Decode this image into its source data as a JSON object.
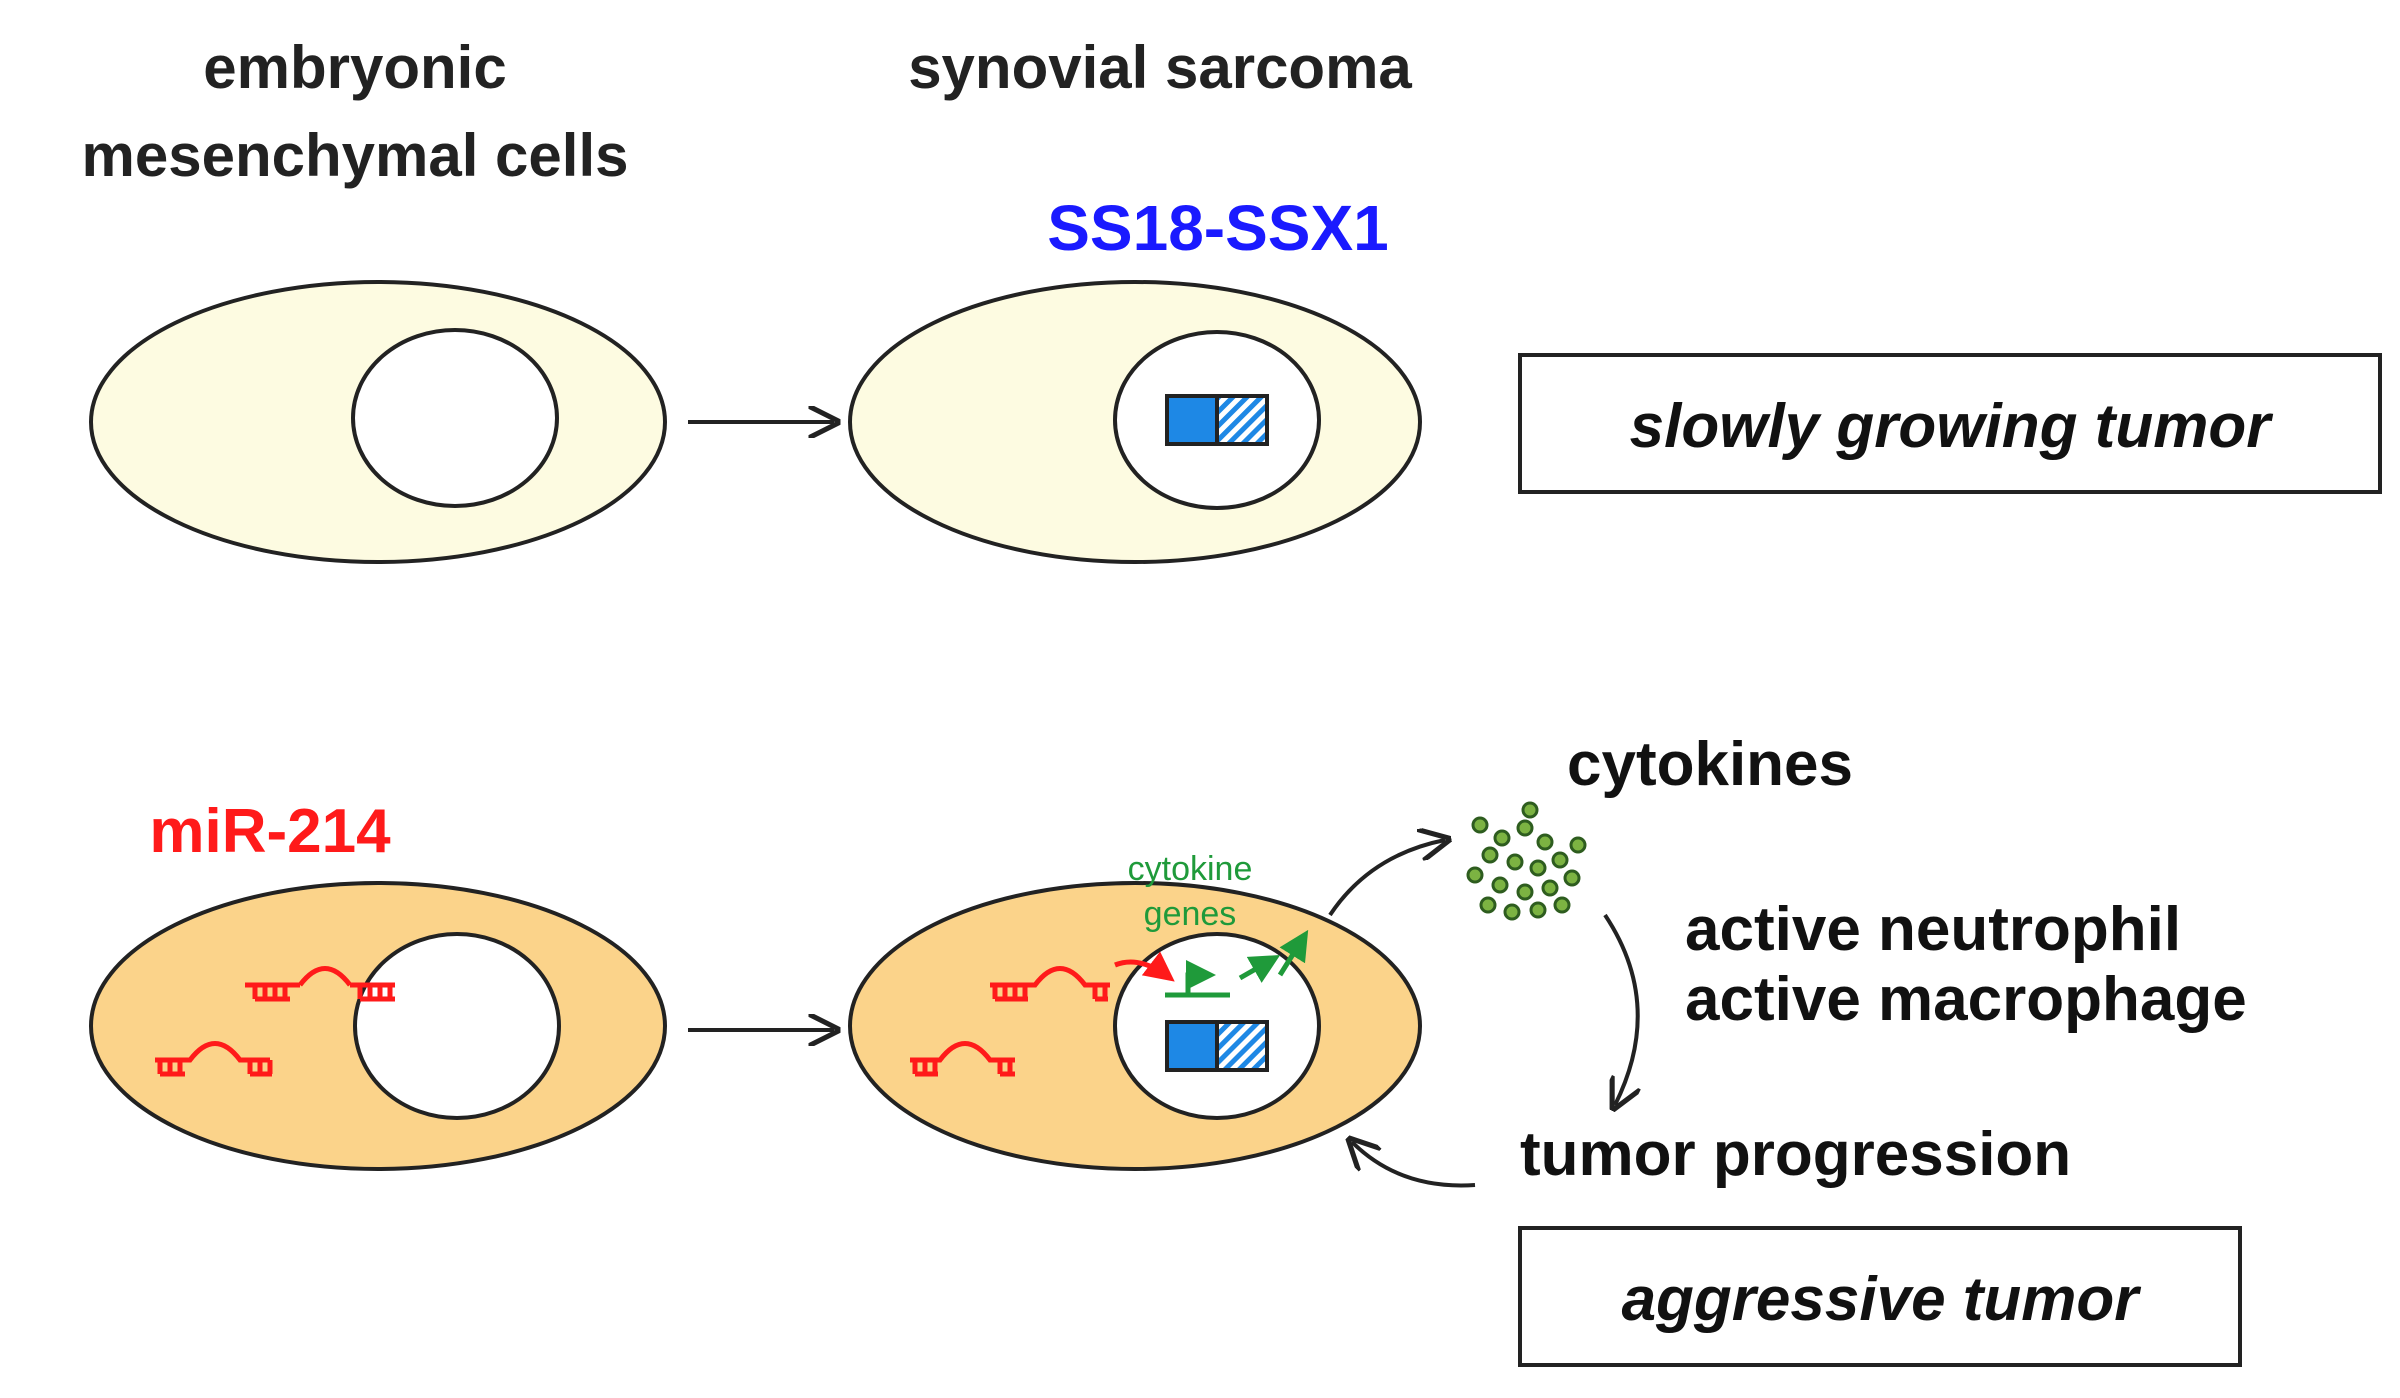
{
  "headers": {
    "left_line1": "embryonic",
    "left_line2": "mesenchymal cells",
    "right": "synovial sarcoma"
  },
  "top_row": {
    "gene_label": "SS18-SSX1",
    "outcome": "slowly growing tumor"
  },
  "bottom_row": {
    "mirna_label": "miR-214",
    "cytokine_genes_line1": "cytokine",
    "cytokine_genes_line2": "genes",
    "cytokines_label": "cytokines",
    "immune_line1": "active neutrophil",
    "immune_line2": "active macrophage",
    "progression_label": "tumor progression",
    "outcome": "aggressive tumor"
  },
  "colors": {
    "cell_normal": "#fdfbe1",
    "cell_mir": "#fbd38a",
    "gene_blue": "#1a1aff",
    "mir_red": "#ff1a1a",
    "cytokine_green": "#1f9a3a",
    "block_blue": "#1e88e5",
    "stroke": "#222222"
  }
}
